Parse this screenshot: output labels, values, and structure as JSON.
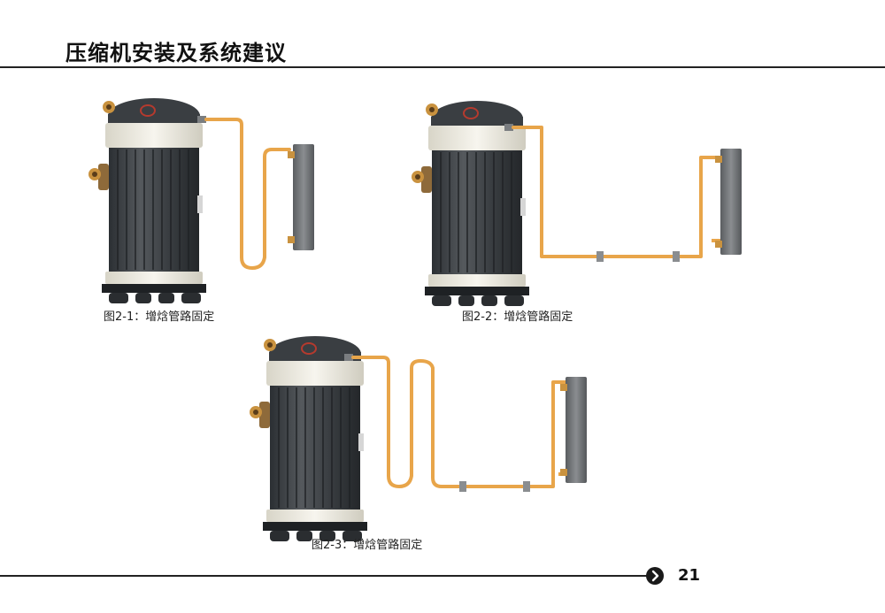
{
  "header": {
    "title": "压缩机安装及系统建议"
  },
  "figures": [
    {
      "caption": "图2-1：增焓管路固定"
    },
    {
      "caption": "图2-2：增焓管路固定"
    },
    {
      "caption": "图2-3：增焓管路固定"
    }
  ],
  "footer": {
    "page_number": "21"
  },
  "colors": {
    "pipe": "#e8a54a",
    "compressor_body": "#3b4044",
    "compressor_band": "#f1efe6",
    "heat_exchanger": "#6d7073",
    "clamp": "#8a8d90",
    "rule": "#222222"
  },
  "icons": {
    "footer_arrow": "chevron-right-circle-icon"
  }
}
